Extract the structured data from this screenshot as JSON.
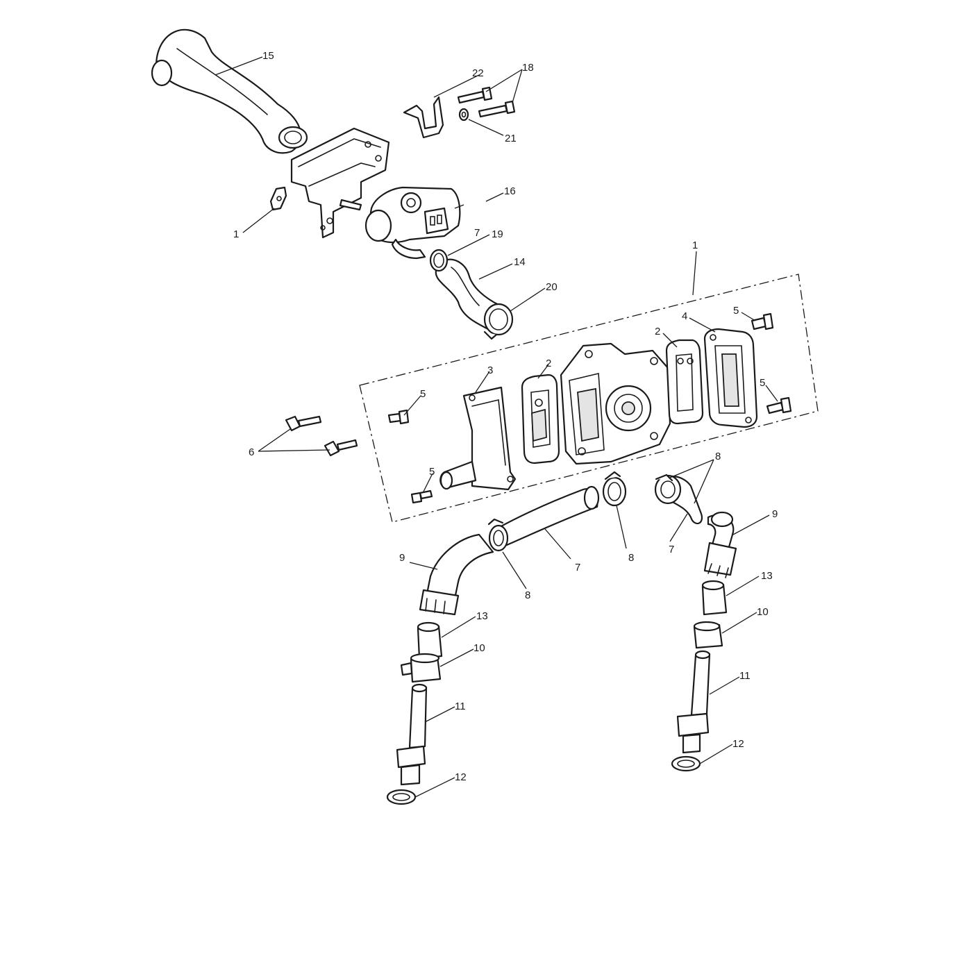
{
  "callouts": [
    {
      "id": "c1",
      "text": "1"
    },
    {
      "id": "c2a",
      "text": "2"
    },
    {
      "id": "c2b",
      "text": "2"
    },
    {
      "id": "c3",
      "text": "3"
    },
    {
      "id": "c4",
      "text": "4"
    },
    {
      "id": "c5a",
      "text": "5"
    },
    {
      "id": "c5b",
      "text": "5"
    },
    {
      "id": "c5c",
      "text": "5"
    },
    {
      "id": "c5d",
      "text": "5"
    },
    {
      "id": "c6",
      "text": "6"
    },
    {
      "id": "c7a",
      "text": "7"
    },
    {
      "id": "c7b",
      "text": "7"
    },
    {
      "id": "c7c",
      "text": "7"
    },
    {
      "id": "c8a",
      "text": "8"
    },
    {
      "id": "c8b",
      "text": "8"
    },
    {
      "id": "c8c",
      "text": "8"
    },
    {
      "id": "c9a",
      "text": "9"
    },
    {
      "id": "c9b",
      "text": "9"
    },
    {
      "id": "c10a",
      "text": "10"
    },
    {
      "id": "c10b",
      "text": "10"
    },
    {
      "id": "c11a",
      "text": "11"
    },
    {
      "id": "c11b",
      "text": "11"
    },
    {
      "id": "c12a",
      "text": "12"
    },
    {
      "id": "c12b",
      "text": "12"
    },
    {
      "id": "c13a",
      "text": "13"
    },
    {
      "id": "c13b",
      "text": "13"
    },
    {
      "id": "c14",
      "text": "14"
    },
    {
      "id": "c15",
      "text": "15"
    },
    {
      "id": "c16",
      "text": "16"
    },
    {
      "id": "c17",
      "text": "1"
    },
    {
      "id": "c18",
      "text": "18"
    },
    {
      "id": "c19",
      "text": "19"
    },
    {
      "id": "c20",
      "text": "20"
    },
    {
      "id": "c21",
      "text": "21"
    },
    {
      "id": "c22",
      "text": "22"
    }
  ]
}
